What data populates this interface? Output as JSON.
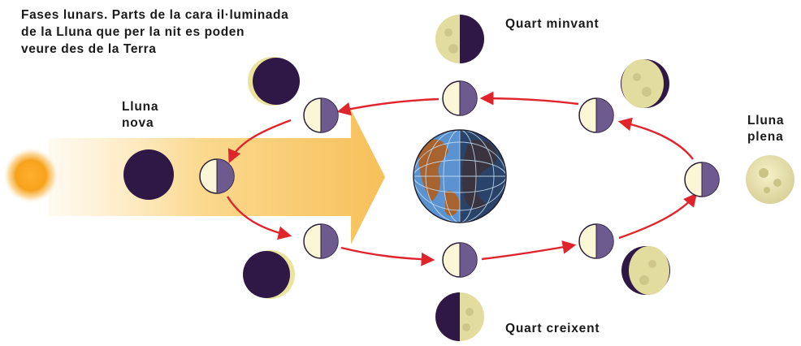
{
  "caption": "Fases lunars. Parts de la cara il·luminada\nde la Lluna que per la nit es poden\nveure des de la Terra",
  "labels": {
    "lluna_nova": "Lluna\nnova",
    "lluna_plena": "Lluna\nplena",
    "quart_minvant": "Quart minvant",
    "quart_creixent": "Quart creixent"
  },
  "colors": {
    "moon_dark": "#3b2154",
    "moon_light": "#f2edc0",
    "orbit_moon_dark": "#6d5a8f",
    "orbit_moon_light": "#fbf7d6",
    "arrow": "#e0242c",
    "sun": "#f4a623",
    "sunbeam": "#f7c76a",
    "earth_ocean": "#4a86c8",
    "earth_land": "#9b5a2e"
  },
  "icons": {
    "sun": "sun-icon",
    "earth": "earth-icon",
    "moon_phase": "moon-phase-icon",
    "orbit_arrow": "arrow-icon"
  }
}
